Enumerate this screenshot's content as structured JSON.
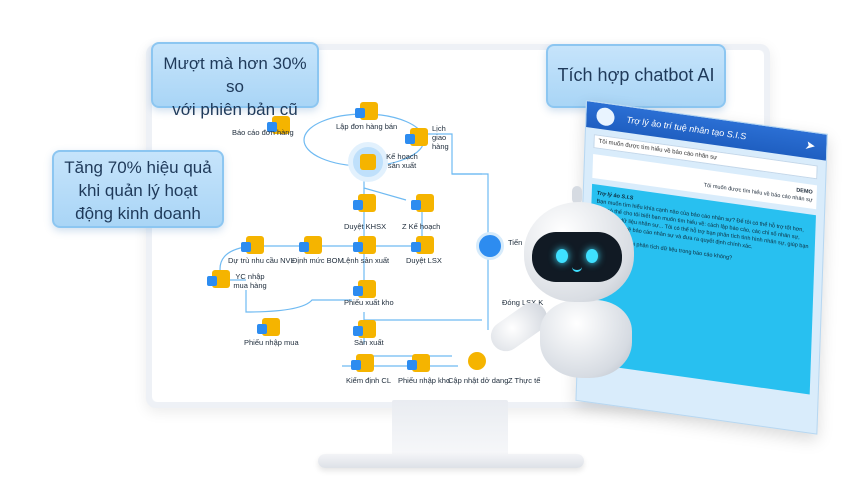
{
  "callouts": {
    "smooth": [
      "Mượt mà hơn 30% so",
      "với phiên bản cũ"
    ],
    "efficiency": [
      "Tăng 70% hiệu quả",
      "khi quản lý hoạt",
      "động kinh doanh"
    ],
    "chatbot": "Tích hợp chatbot AI"
  },
  "flow": {
    "bao_cao_don_hang": "Báo cáo đơn hàng",
    "lap_don_hang_ban": "Lập đơn hàng bán",
    "ke_hoach_san_xuat": "Kế hoạch sản xuất",
    "lich_giao_hang": "Lịch giao hàng",
    "duyet_khsx": "Duyệt KHSX",
    "z_ke_hoach": "Z Kế hoạch",
    "du_tru_nvl": "Dự trù nhu cầu NVL",
    "dinh_muc_bom": "Định mức BOM",
    "lenh_san_xuat": "Lệnh sản xuất",
    "duyet_lsx": "Duyệt LSX",
    "tien": "Tiến",
    "yc_nhap_mua": "YC nhập mua hàng",
    "phieu_xuat_kho": "Phiếu xuất kho",
    "dong_lsx": "Đóng LSX,K",
    "phieu_nhap_mua": "Phiếu nhập mua",
    "san_xuat": "Sản xuất",
    "kiem_dinh_cl": "Kiểm định CL",
    "phieu_nhap_kho": "Phiếu nhập kho",
    "cap_nhat_do_dang": "Cập nhật dở dang",
    "z_thuc_te": "Z Thực tế"
  },
  "chat": {
    "title": "Trợ lý ảo trí tuệ nhân tạo S.I.S",
    "input": "Tôi muốn được tìm hiểu về báo cáo nhân sự",
    "user_name": "DEMO",
    "user_msg": "Tôi muốn được tìm hiểu về báo cáo nhân sự",
    "bot_name": "Trợ lý ảo S.I.S",
    "bot_msg": "Bạn muốn tìm hiểu khía cạnh nào của báo cáo nhân sự? Để tôi có thể hỗ trợ tốt hơn, bạn có thể cho tôi biết bạn muốn tìm hiểu về: cách lập báo cáo, các chỉ số nhân sự, phân tích dữ liệu nhân sự... Tôi có thể hỗ trợ bạn phân tích tình hình nhân sự, giúp bạn hiểu rõ hơn về báo cáo nhân sự và đưa ra quyết định chính xác.",
    "bot_msg2": "Bạn có muốn tôi phân tích dữ liệu trong báo cáo không?"
  },
  "colors": {
    "accent": "#2b6fd4",
    "icon_yellow": "#f5b400",
    "icon_blue": "#2d8cf0",
    "callout_bg": "#bfe0fb"
  }
}
